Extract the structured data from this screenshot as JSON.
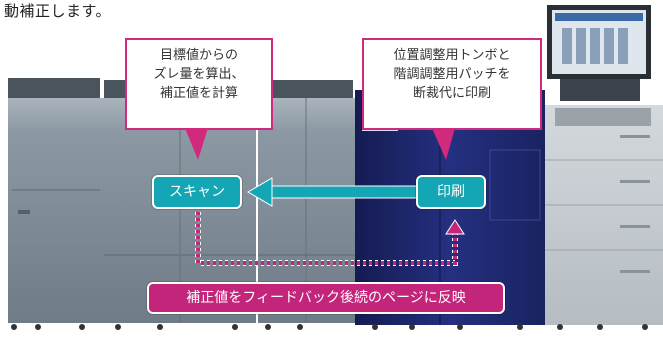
{
  "intro_text": "動補正します。",
  "callout_left": {
    "lines": [
      "目標値からの",
      "ズレ量を算出、",
      "補正値を計算"
    ]
  },
  "callout_right": {
    "lines": [
      "位置調整用トンボと",
      "階調調整用パッチを",
      "断裁代に印刷"
    ]
  },
  "scan_label": "スキャン",
  "print_label": "印刷",
  "feedback_label": "補正値をフィードバック後続のページに反映",
  "colors": {
    "accent_magenta": "#d12a7c",
    "teal": "#14a6b5",
    "machine_gray": "#7d8a96",
    "machine_navy": "#1c2466"
  }
}
